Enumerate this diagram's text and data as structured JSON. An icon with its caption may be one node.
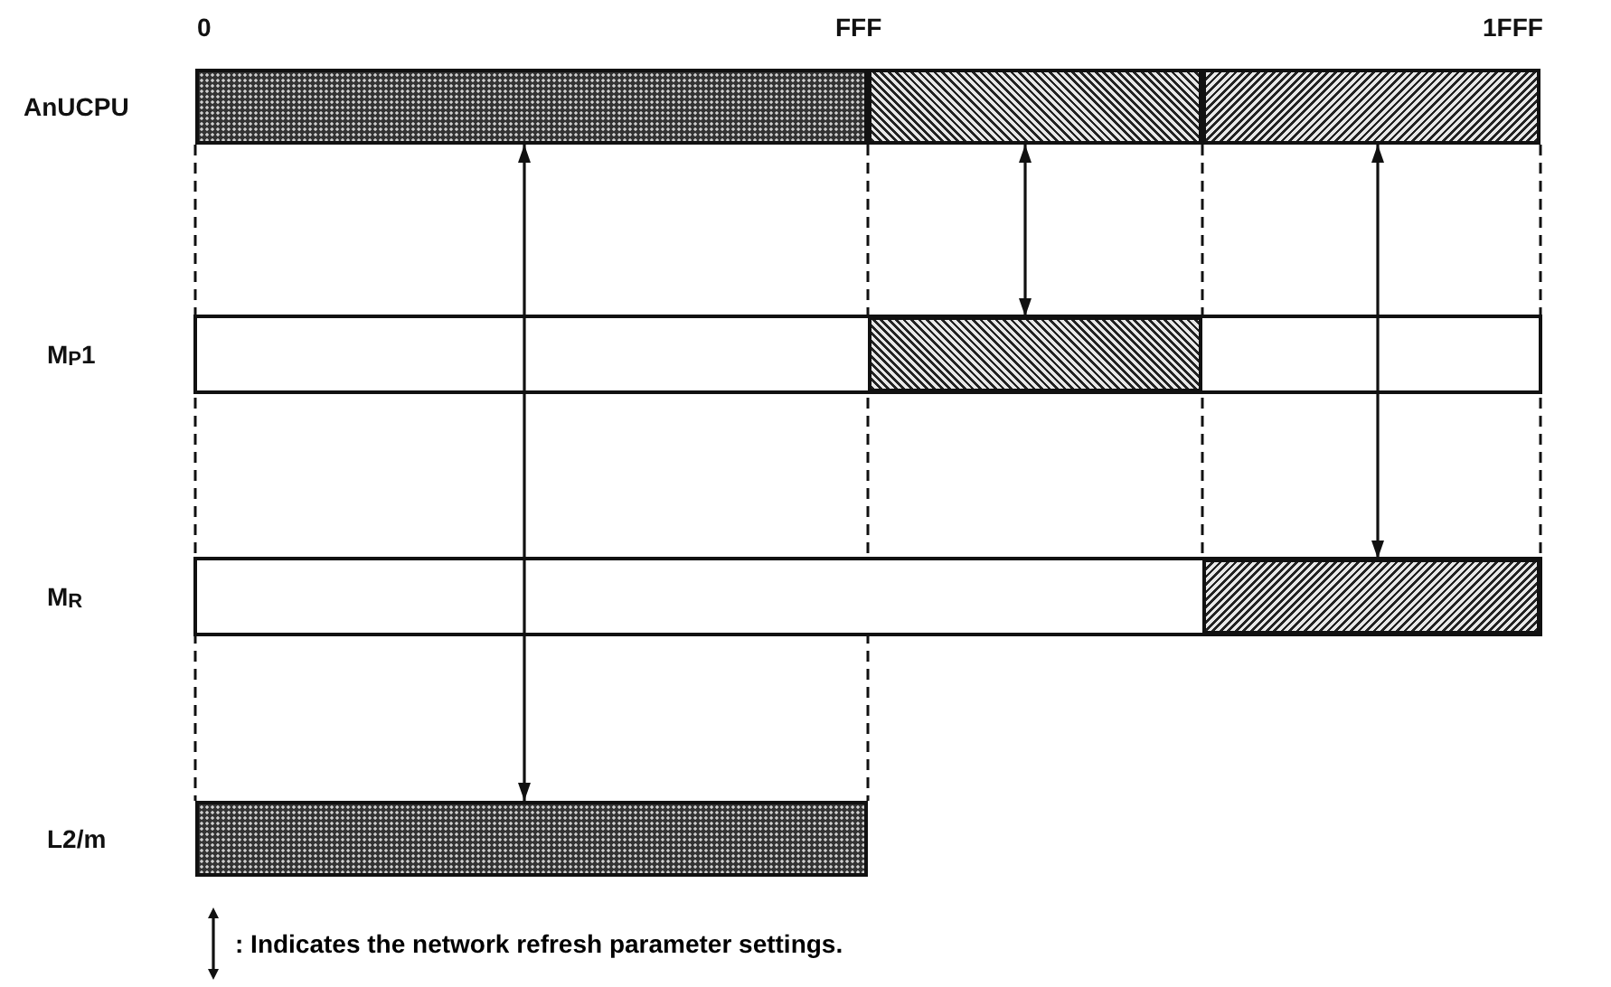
{
  "diagram": {
    "nodes": [
      {
        "text": [],
        "shape": "bar"
      },
      {
        "text": [],
        "shape": "bar"
      },
      {
        "text": [],
        "shape": "bar"
      },
      {
        "text": [],
        "shape": "bar"
      },
      {
        "text": [],
        "shape": "bar"
      },
      {
        "text": [],
        "shape": "bar"
      }
    ],
    "edges": [
      {
        "from": 0,
        "to": 5,
        "arrow": "both"
      },
      {
        "from": 1,
        "to": 3,
        "arrow": "both"
      },
      {
        "from": 2,
        "to": 4,
        "arrow": "both"
      }
    ],
    "labels": [
      "0",
      "FFF",
      "1FFF",
      "AnUCPU",
      "M$_{P}$1",
      "M$_{R}$",
      "L2/m"
    ],
    "legend": [
      {
        "text": ": Indicates the network refresh parameter settings."
      }
    ]
  }
}
